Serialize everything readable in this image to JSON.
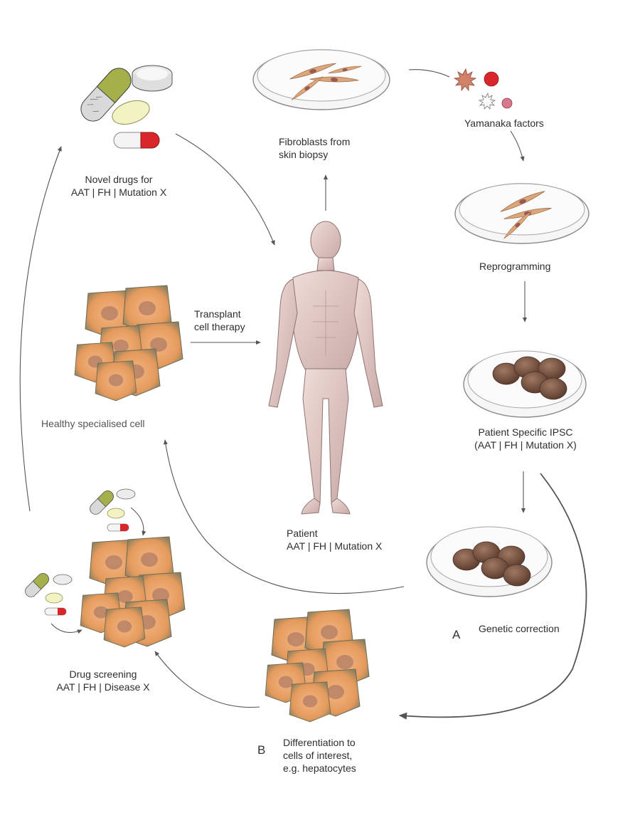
{
  "labels": {
    "fibroblasts": [
      "Fibroblasts from",
      "skin biopsy"
    ],
    "yamanaka": "Yamanaka factors",
    "reprogramming": "Reprogramming",
    "ipsc": [
      "Patient Specific IPSC",
      "(AAT | FH | Mutation X)"
    ],
    "genetic_correction": "Genetic correction",
    "letter_a": "A",
    "differentiation": [
      "Differentiation to",
      "cells of interest,",
      "e.g. hepatocytes"
    ],
    "letter_b": "B",
    "drug_screening": [
      "Drug screening",
      "AAT | FH | Disease X"
    ],
    "healthy_cell": "Healthy specialised cell",
    "transplant": [
      "Transplant",
      "cell therapy"
    ],
    "novel_drugs": [
      "Novel drugs for",
      "AAT | FH | Mutation X"
    ],
    "patient": [
      "Patient",
      "AAT | FH | Mutation X"
    ]
  },
  "colors": {
    "arrow": "#555555",
    "dish": "#8a8a8a",
    "hepatocyte": "#e9a064",
    "ipsc_colony": "#7a5646",
    "fibroblast": "#d9a57a",
    "skin": "#e4cfcc",
    "capsule_red": "#d8262b",
    "capsule_green": "#a6b04a"
  }
}
